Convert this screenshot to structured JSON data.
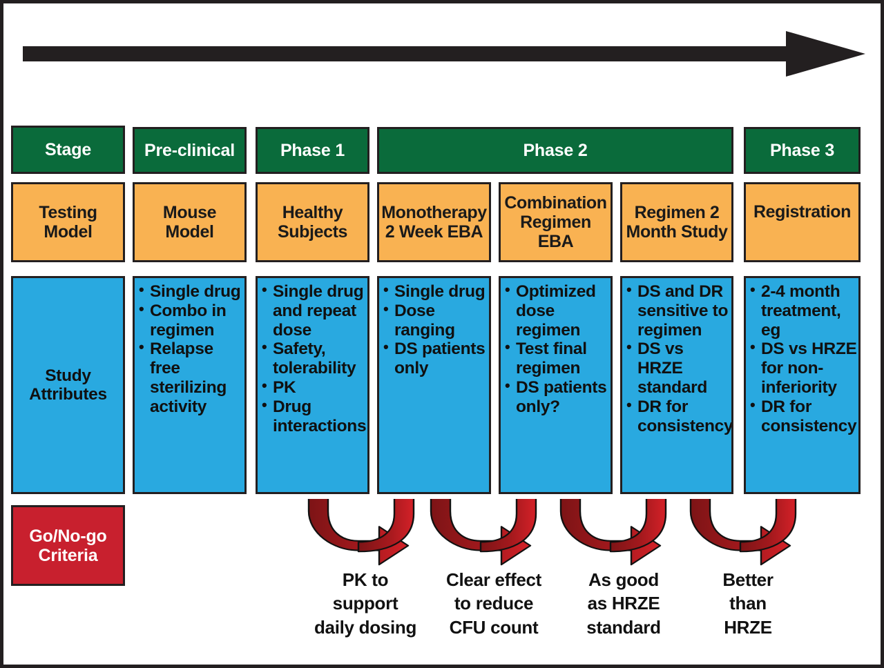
{
  "diagram": {
    "title_flow_arrow": "development-timeline-arrow",
    "colors": {
      "stage": "#0a6b3b",
      "testing_model": "#f9b252",
      "study_attributes": "#29a9e0",
      "go_no_go": "#c8202e",
      "outline": "#231f20",
      "arrow_red": "#c01c22"
    }
  },
  "rows": {
    "stage": {
      "row_label": "Stage",
      "cells": [
        {
          "label": "Pre-clinical"
        },
        {
          "label": "Phase 1"
        },
        {
          "label": "Phase 2"
        },
        {
          "label": "Phase 3"
        }
      ]
    },
    "testing_model": {
      "row_label": "Testing Model",
      "row_label_lines": [
        "Testing",
        "Model"
      ],
      "cells": [
        {
          "lines": [
            "Mouse",
            "Model"
          ]
        },
        {
          "lines": [
            "Healthy",
            "Subjects"
          ]
        },
        {
          "lines": [
            "Monotherapy",
            "2 Week EBA"
          ]
        },
        {
          "lines": [
            "Combination",
            "Regimen EBA"
          ]
        },
        {
          "lines": [
            "Regimen 2",
            "Month Study"
          ]
        },
        {
          "lines": [
            "Registration"
          ]
        }
      ]
    },
    "study_attributes": {
      "row_label": "Study Attributes",
      "row_label_lines": [
        "Study",
        "Attributes"
      ],
      "cells": [
        {
          "bullets": [
            "Single drug",
            "Combo in regimen",
            "Relapse free sterilizing activity"
          ]
        },
        {
          "bullets": [
            "Single drug and repeat dose",
            "Safety, tolerability",
            "PK",
            "Drug interactions"
          ]
        },
        {
          "bullets": [
            "Single drug",
            "Dose ranging",
            "DS patients only"
          ]
        },
        {
          "bullets": [
            "Optimized dose regimen",
            "Test final regimen",
            "DS patients only?"
          ]
        },
        {
          "bullets": [
            "DS and DR sensitive to regimen",
            "DS vs HRZE standard",
            "DR for consistency"
          ]
        },
        {
          "bullets": [
            "2-4 month treatment, eg",
            "DS vs HRZE for non-inferiority",
            "DR for consistency"
          ]
        }
      ]
    },
    "go_no_go": {
      "row_label": "Go/No-go Criteria",
      "row_label_lines": [
        "Go/No-go",
        "Criteria"
      ],
      "criteria": [
        {
          "lines": [
            "PK to",
            "support",
            "daily dosing"
          ]
        },
        {
          "lines": [
            "Clear effect",
            "to reduce",
            "CFU count"
          ]
        },
        {
          "lines": [
            "As good",
            "as HRZE",
            "standard"
          ]
        },
        {
          "lines": [
            "Better",
            "than",
            "HRZE"
          ]
        }
      ]
    }
  }
}
